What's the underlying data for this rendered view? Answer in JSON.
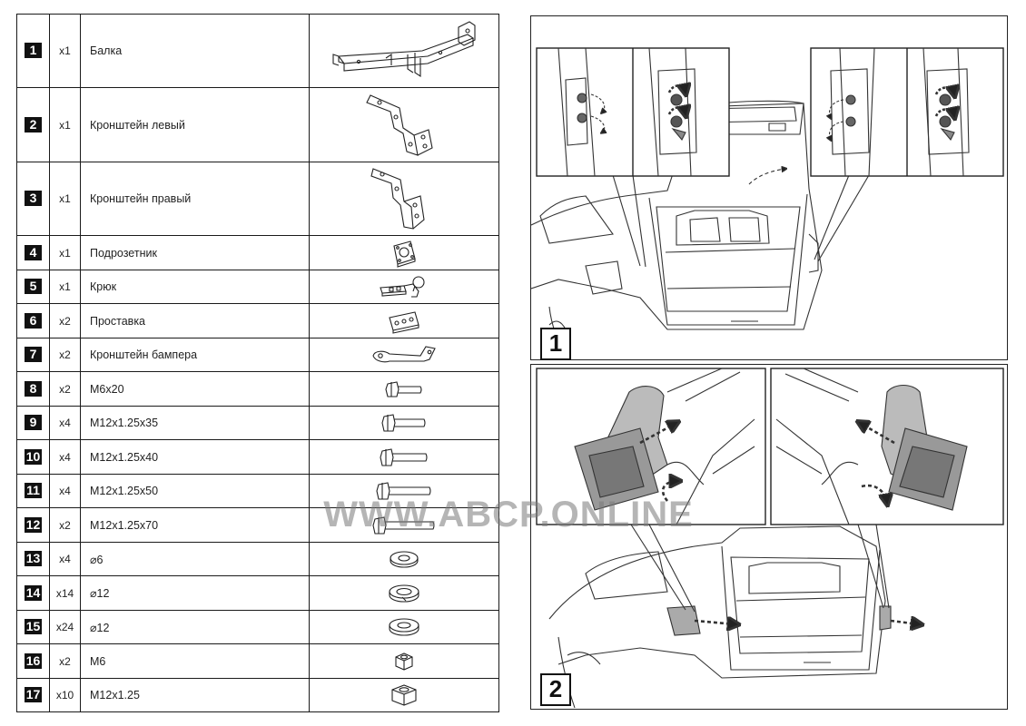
{
  "parts": [
    {
      "num": "1",
      "qty": "x1",
      "name": "Балка",
      "icon": "beam-icon"
    },
    {
      "num": "2",
      "qty": "x1",
      "name": "Кронштейн левый",
      "icon": "left-bracket-icon"
    },
    {
      "num": "3",
      "qty": "x1",
      "name": "Кронштейн правый",
      "icon": "right-bracket-icon"
    },
    {
      "num": "4",
      "qty": "x1",
      "name": "Подрозетник",
      "icon": "socket-plate-icon"
    },
    {
      "num": "5",
      "qty": "x1",
      "name": "Крюк",
      "icon": "hook-icon"
    },
    {
      "num": "6",
      "qty": "x2",
      "name": "Проставка",
      "icon": "spacer-icon"
    },
    {
      "num": "7",
      "qty": "x2",
      "name": "Кронштейн бампера",
      "icon": "bumper-bracket-icon"
    },
    {
      "num": "8",
      "qty": "x2",
      "name": "M6x20",
      "icon": "bolt-icon"
    },
    {
      "num": "9",
      "qty": "x4",
      "name": "M12x1.25x35",
      "icon": "bolt-icon"
    },
    {
      "num": "10",
      "qty": "x4",
      "name": "M12x1.25x40",
      "icon": "bolt-icon"
    },
    {
      "num": "11",
      "qty": "x4",
      "name": "M12x1.25x50",
      "icon": "bolt-icon"
    },
    {
      "num": "12",
      "qty": "x2",
      "name": "M12x1.25x70",
      "icon": "bolt-icon"
    },
    {
      "num": "13",
      "qty": "x4",
      "name": "⌀6",
      "icon": "flat-washer-icon"
    },
    {
      "num": "14",
      "qty": "x14",
      "name": "⌀12",
      "icon": "spring-washer-icon"
    },
    {
      "num": "15",
      "qty": "x24",
      "name": "⌀12",
      "icon": "flat-washer-icon"
    },
    {
      "num": "16",
      "qty": "x2",
      "name": "M6",
      "icon": "nut-icon"
    },
    {
      "num": "17",
      "qty": "x10",
      "name": "M12x1.25",
      "icon": "nut-icon"
    }
  ],
  "steps": {
    "step1": "1",
    "step2": "2"
  },
  "watermark": "WWW.ABCP.ONLINE"
}
